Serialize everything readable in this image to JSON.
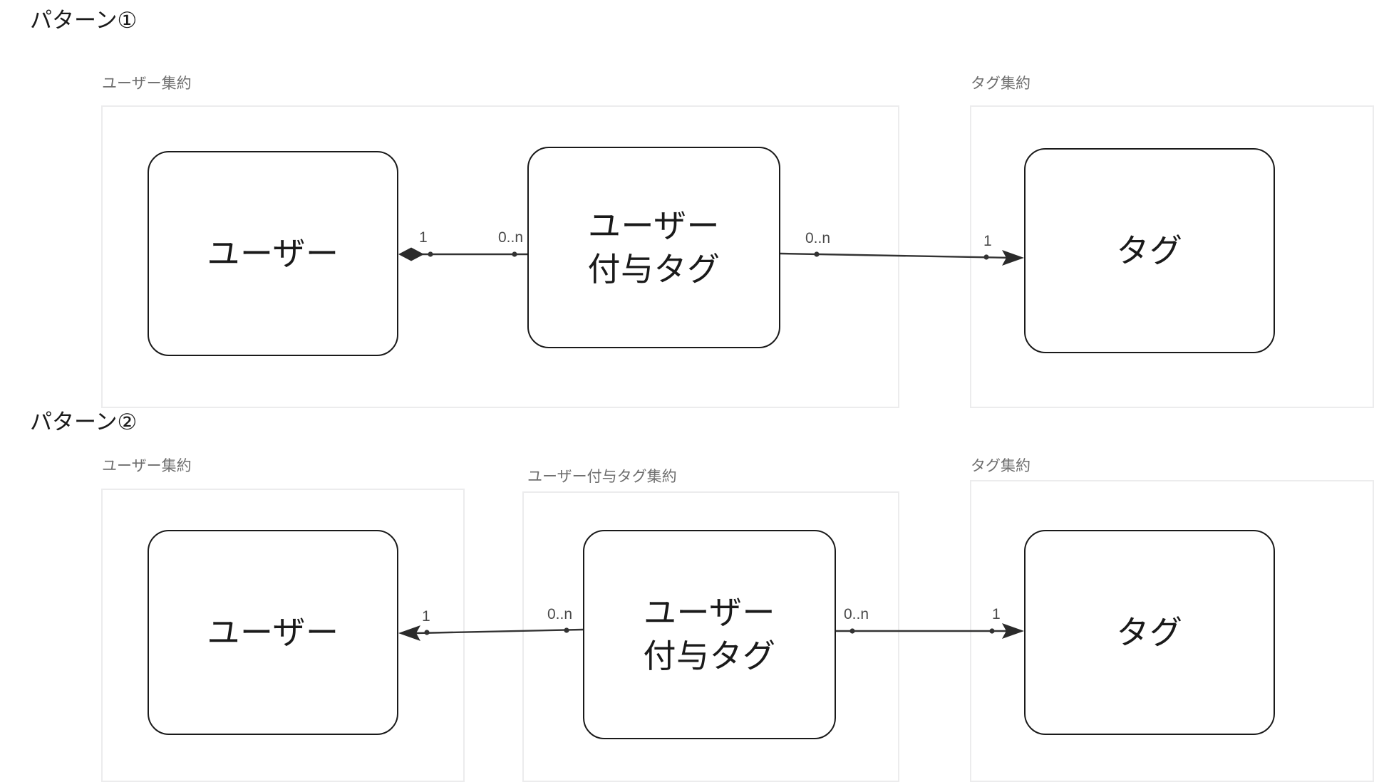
{
  "page": {
    "background": "#ffffff",
    "line_color": "#333333",
    "entity_border_color": "#1a1a1a",
    "container_border_color": "#ececed",
    "label_color": "#6e6e6e",
    "multiplicity_color": "#4a4a4a"
  },
  "patterns": [
    {
      "heading": "パターン①",
      "containers": [
        {
          "label": "ユーザー集約"
        },
        {
          "label": "タグ集約"
        }
      ],
      "entities": [
        {
          "name": "ユーザー"
        },
        {
          "name": "ユーザー\n付与タグ"
        },
        {
          "name": "タグ"
        }
      ],
      "relationships": [
        {
          "from": "ユーザー",
          "to": "ユーザー付与タグ",
          "kind": "composition",
          "source_marker": "filled-diamond",
          "target_marker": "none",
          "source_multiplicity": "1",
          "target_multiplicity": "0..n"
        },
        {
          "from": "ユーザー付与タグ",
          "to": "タグ",
          "kind": "association",
          "source_marker": "none",
          "target_marker": "arrow",
          "source_multiplicity": "0..n",
          "target_multiplicity": "1"
        }
      ]
    },
    {
      "heading": "パターン②",
      "containers": [
        {
          "label": "ユーザー集約"
        },
        {
          "label": "ユーザー付与タグ集約"
        },
        {
          "label": "タグ集約"
        }
      ],
      "entities": [
        {
          "name": "ユーザー"
        },
        {
          "name": "ユーザー\n付与タグ"
        },
        {
          "name": "タグ"
        }
      ],
      "relationships": [
        {
          "from": "ユーザー付与タグ",
          "to": "ユーザー",
          "kind": "association",
          "source_marker": "none",
          "target_marker": "arrow",
          "source_multiplicity": "0..n",
          "target_multiplicity": "1"
        },
        {
          "from": "ユーザー付与タグ",
          "to": "タグ",
          "kind": "association",
          "source_marker": "none",
          "target_marker": "arrow",
          "source_multiplicity": "0..n",
          "target_multiplicity": "1"
        }
      ]
    }
  ]
}
